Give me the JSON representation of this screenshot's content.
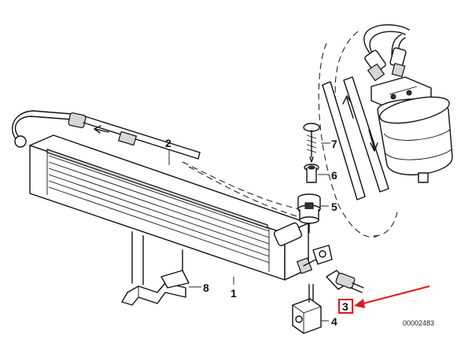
{
  "callouts": {
    "c1": "1",
    "c2": "2",
    "c3": "3",
    "c4": "4",
    "c5": "5",
    "c6": "6",
    "c7": "7",
    "c8": "8"
  },
  "reference_number": "00002483",
  "colors": {
    "highlight": "#e0161b",
    "line": "#111111"
  }
}
